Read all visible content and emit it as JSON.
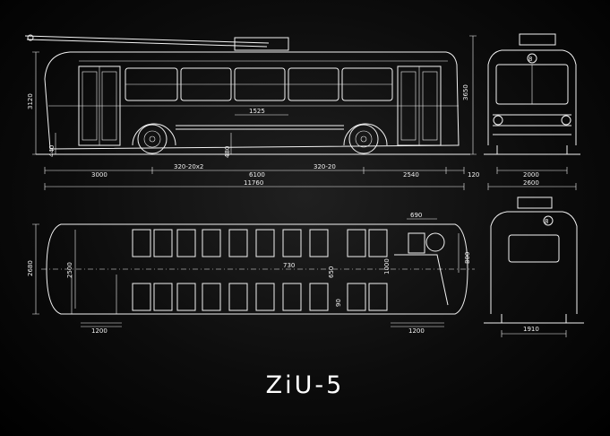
{
  "title": "ZiU-5",
  "dimensions": {
    "side_height_total": "3120",
    "side_height_body": "440",
    "front_overhang": "3000",
    "wheelbase": "6100",
    "rear_overhang": "2540",
    "bumper": "120",
    "length_total": "11760",
    "window_span": "1525",
    "wheel_height": "480",
    "tyre_front": "320-20x2",
    "tyre_rear": "320-20",
    "front_height": "3650",
    "front_track": "2000",
    "front_width": "2600",
    "plan_width_outer": "2680",
    "plan_width_inner": "2500",
    "plan_door_width": "690",
    "plan_seat_pitch": "730",
    "plan_aisle": "650",
    "plan_door_depth": "1000",
    "plan_door_offset": "800",
    "plan_step": "90",
    "plan_rear_door": "1200",
    "plan_front_door": "1200",
    "rear_track": "1910"
  },
  "badge": "8"
}
